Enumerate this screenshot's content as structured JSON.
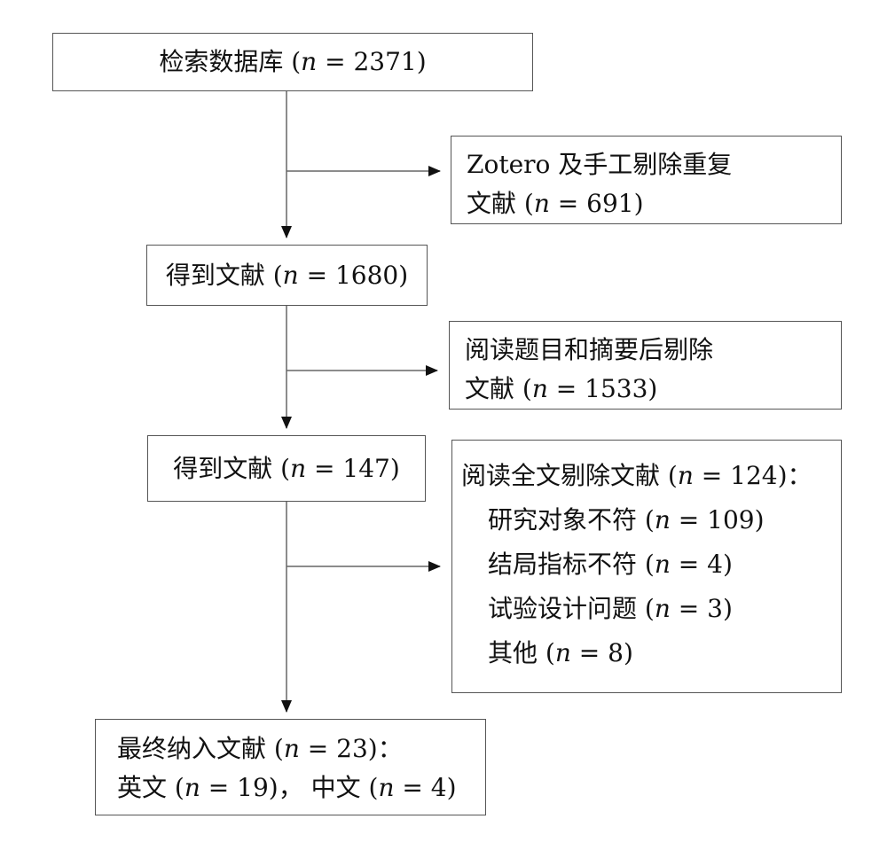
{
  "flowchart": {
    "search": {
      "text": "检索数据库",
      "n": "2371"
    },
    "duplicates": {
      "line1": "Zotero 及手工剔除重复",
      "line2_text": "文献",
      "n": "691"
    },
    "after_dedup": {
      "text": "得到文献",
      "n": "1680"
    },
    "title_abstract": {
      "line1": "阅读题目和摘要后剔除",
      "line2_text": "文献",
      "n": "1533"
    },
    "after_screen": {
      "text": "得到文献",
      "n": "147"
    },
    "fulltext": {
      "header_text": "阅读全文剔除文献",
      "n": "124",
      "reasons": [
        {
          "text": "研究对象不符",
          "n": "109"
        },
        {
          "text": "结局指标不符",
          "n": "4"
        },
        {
          "text": "试验设计问题",
          "n": "3"
        },
        {
          "text": "其他",
          "n": "8"
        }
      ]
    },
    "final": {
      "line1_text": "最终纳入文献",
      "n": "23",
      "english_text": "英文",
      "english_n": "19",
      "chinese_text": "中文",
      "chinese_n": "4"
    }
  }
}
